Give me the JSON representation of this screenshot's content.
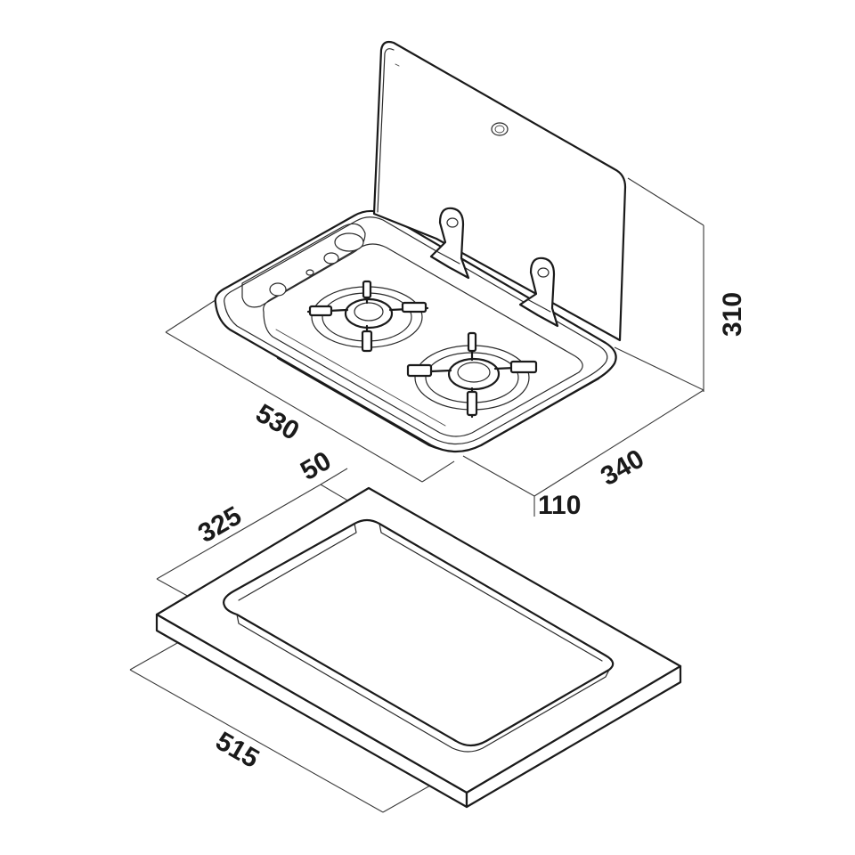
{
  "dimensions": {
    "height": "310",
    "length": "530",
    "width": "340",
    "depth_below": "110",
    "offset": "50",
    "cutout_width": "325",
    "cutout_length": "515"
  }
}
